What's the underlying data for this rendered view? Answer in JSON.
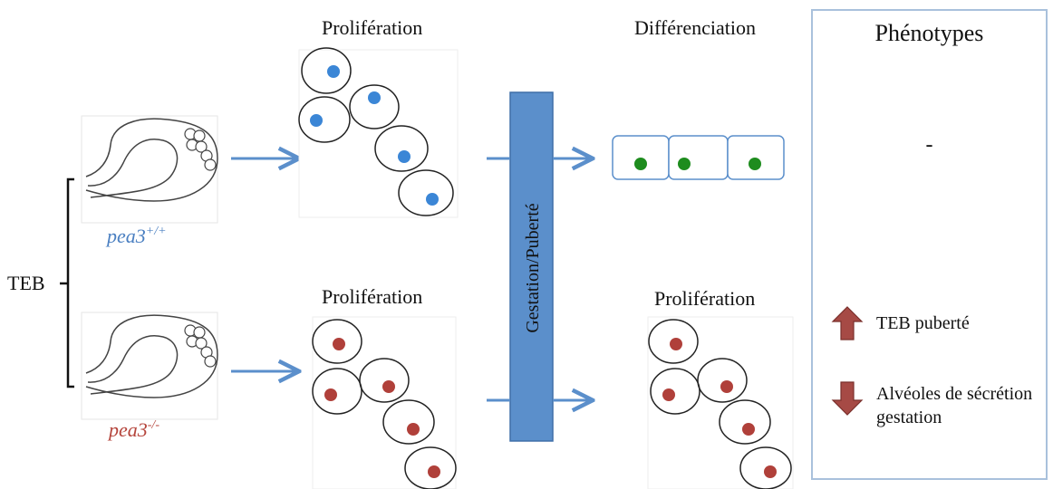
{
  "labels": {
    "proliferation_top": "Prolifération",
    "proliferation_bottom": "Prolifération",
    "proliferation_right": "Prolifération",
    "differentiation": "Différenciation",
    "teb": "TEB",
    "gestation_bar": "Gestation/Puberté"
  },
  "genotypes": {
    "wild_type": {
      "base": "pea3",
      "superscript": "+/+"
    },
    "knockout": {
      "base": "pea3",
      "superscript": "-/-"
    }
  },
  "phenotypes_panel": {
    "title": "Phénotypes",
    "wild_type_value": "-",
    "items": [
      {
        "direction": "up",
        "icon": "up-arrow-icon",
        "text": "TEB puberté"
      },
      {
        "direction": "down",
        "icon": "down-arrow-icon",
        "text": "Alvéoles de sécrétion gestation"
      }
    ]
  },
  "colors": {
    "wild_type": "#4a7fc1",
    "knockout": "#b5453c",
    "arrow": "#5b8fcb",
    "bar": "#5b8fcb",
    "nucleus_blue": "#3b86d6",
    "nucleus_red": "#b0403a",
    "nucleus_green": "#1e8c1e",
    "phenotype_arrow": "#a64a45"
  }
}
